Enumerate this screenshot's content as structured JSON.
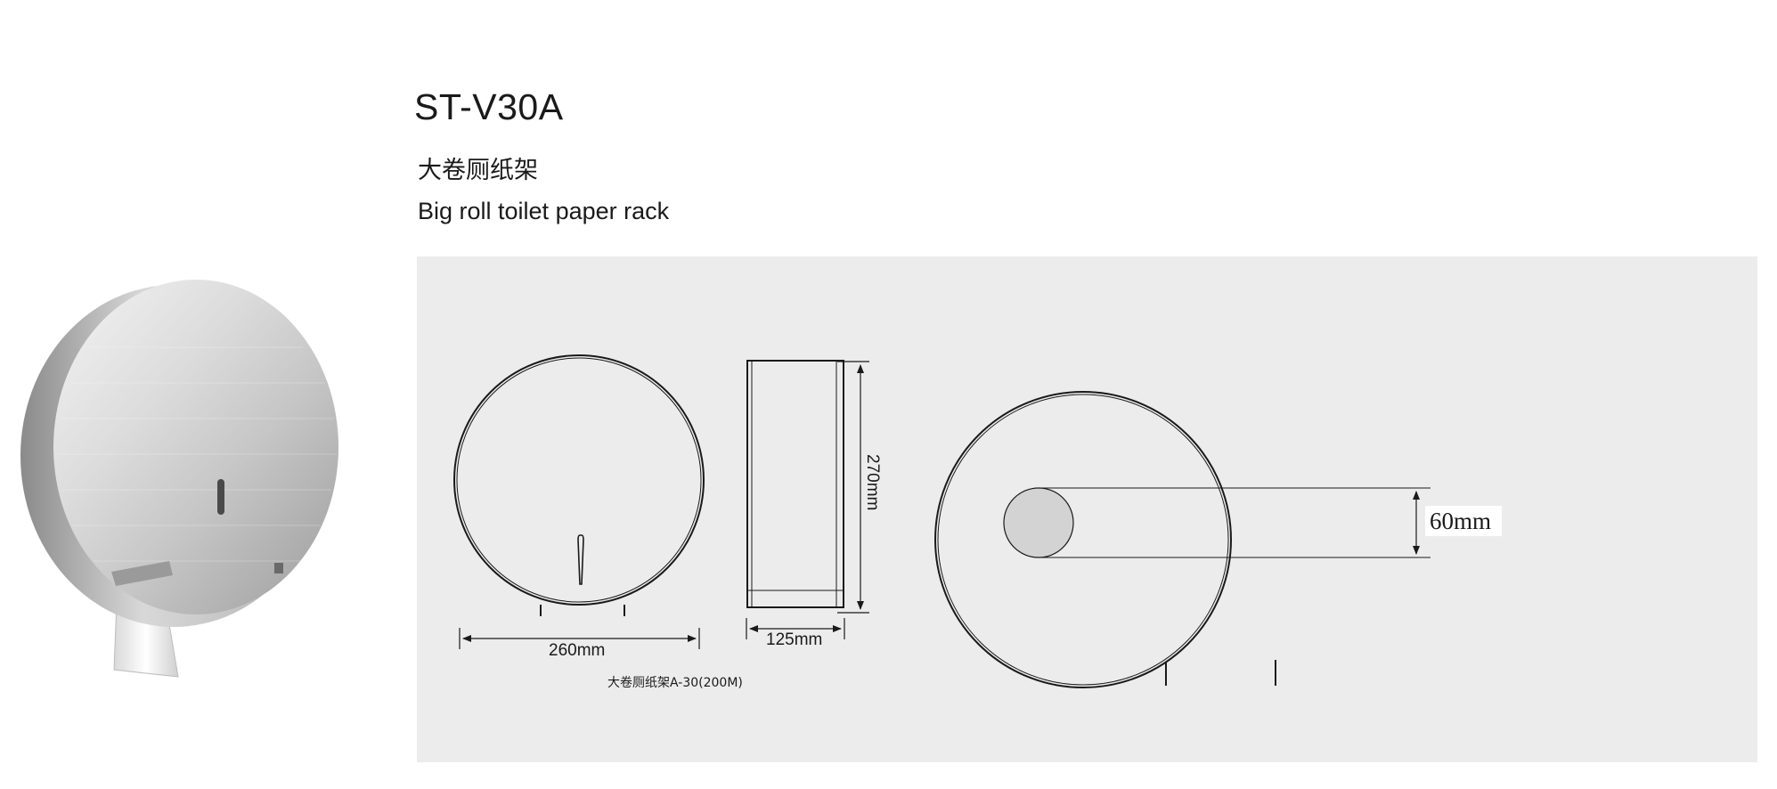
{
  "header": {
    "model_code": "ST-V30A",
    "title_cn": "大卷厕纸架",
    "title_en": "Big roll toilet paper rack"
  },
  "product_photo": {
    "icon": "toilet-paper-dispenser-photo"
  },
  "drawings": {
    "front_view": {
      "width_label": "260mm"
    },
    "side_view": {
      "height_label": "270mm",
      "depth_label": "125mm"
    },
    "caption": "大卷厕纸架A-30(200M)",
    "internal_view": {
      "core_label": "60mm"
    }
  },
  "colors": {
    "panel_background": "#ececec",
    "line": "#1a1a1a",
    "roll_core": "#d3d3d3"
  }
}
